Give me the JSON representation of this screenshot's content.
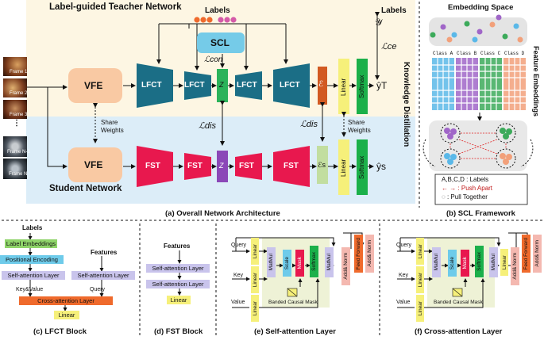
{
  "main": {
    "teacher_title": "Label-guided Teacher Network",
    "student_title": "Student Network",
    "labels_top": "Labels",
    "labels_right": "Labels",
    "scl": "SCL",
    "vfe": "VFE",
    "lfct": "LFCT",
    "fst": "FST",
    "linear": "Linear",
    "softmax": "Softmax",
    "share_weights": "Share Weights",
    "kd": "Knowledge Distillation",
    "z_t": "Z",
    "z_s": "Z",
    "eps": "ℰ",
    "eps_s": "ℰs",
    "y": "𝒴",
    "y_t": "ŷT",
    "y_s": "ŷs",
    "l_ce": "ℒce",
    "l_con": "ℒcon",
    "l_dis": "ℒdis",
    "frames": [
      "Frame 1",
      "Frame 2",
      "Frame 3",
      "⋮",
      "Frame N-1",
      "Frame N"
    ],
    "caption": "(a) Overall Network Architecture"
  },
  "scl_panel": {
    "title": "Embedding Space",
    "side": "Feature Embeddings",
    "classes": [
      "Class A",
      "Class B",
      "Class C",
      "Class D"
    ],
    "legend": [
      "A,B,C,D : Labels",
      "← → : Push Apart",
      "◌ : Pull Together"
    ],
    "caption": "(b) SCL Framework",
    "colors": {
      "A": "#a066c8",
      "B": "#5ab8e8",
      "C": "#3caa5a",
      "D": "#f2a07a"
    }
  },
  "lfct_block": {
    "labels": "Labels",
    "label_embeddings": "Label Embeddings",
    "positional_encoding": "Positional Encoding",
    "self_attn_1": "Self-attention Layer",
    "features": "Features",
    "self_attn_2": "Self-attention Layer",
    "kv": "Key&Value",
    "query": "Query",
    "cross_attn": "Cross-attention Layer",
    "linear": "Linear",
    "caption": "(c) LFCT Block"
  },
  "fst_block": {
    "features": "Features",
    "self_attn_1": "Self-attention Layer",
    "self_attn_2": "Self-attention Layer",
    "linear": "Linear",
    "caption": "(d) FST Block"
  },
  "self_attn": {
    "query": "Query",
    "key": "Key",
    "value": "Value",
    "linear": "Linear",
    "matmul": "MatMul",
    "scale": "Scale",
    "mask": "Mask",
    "softmax": "Softmax",
    "add_norm": "Add& Norm",
    "feed_forward": "Feed Forward",
    "banded": "Banded Causal Mask",
    "caption": "(e) Self-attention Layer"
  },
  "cross_attn": {
    "query": "Query",
    "key": "Key",
    "value": "Value",
    "caption": "(f) Cross-attention Layer"
  },
  "colors": {
    "teacher_bg": "#fdf6e3",
    "student_bg": "#dcedf8",
    "vfe": "#f9c9a3",
    "lfct": "#1b6e86",
    "fst": "#e8184e",
    "z_t": "#2bb35a",
    "z_s": "#8b48b8",
    "scl": "#75cbe8",
    "linear": "#f6f07a",
    "softmax": "#1bb04a",
    "eps_t": "#d25a22",
    "eps_s": "#c2dea0",
    "lavender": "#c9c4ec",
    "orange": "#ef6a2c",
    "green_bg": "#eef2d6"
  }
}
